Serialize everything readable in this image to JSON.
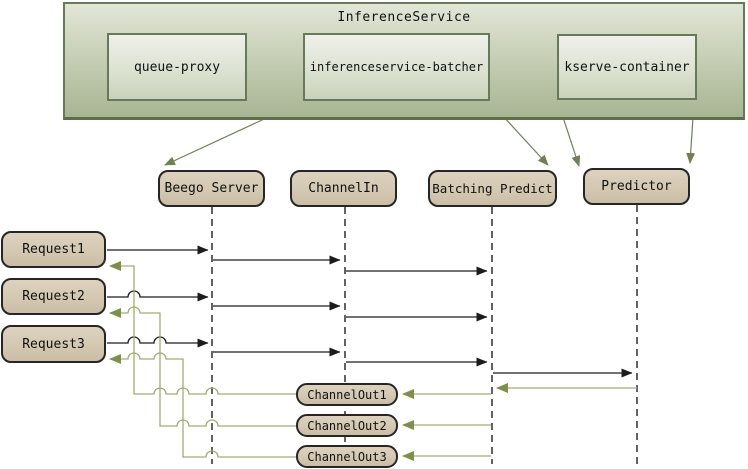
{
  "inference_service": {
    "title": "InferenceService",
    "components": [
      "queue-proxy",
      "inferenceservice-batcher",
      "kserve-container"
    ]
  },
  "lifelines": [
    "Beego Server",
    "ChannelIn",
    "Batching Predict",
    "Predictor"
  ],
  "requests": [
    "Request1",
    "Request2",
    "Request3"
  ],
  "channel_outs": [
    "ChannelOut1",
    "ChannelOut2",
    "ChannelOut3"
  ],
  "colors": {
    "group_border": "#68785a",
    "group_fill_top": "#e3e6d7",
    "group_fill_bottom": "#a8b594",
    "component_fill_top": "#eff0ea",
    "component_fill_bottom": "#c9d2ba",
    "node_fill": "#d3c7b1",
    "node_border": "#262626",
    "flow_arrow": "#6f8055",
    "request_arrow": "#1c1c1c",
    "return_line": "#a0ad73",
    "return_arrowhead": "#7c8f4b",
    "lifeline": "#3c3c3c"
  }
}
